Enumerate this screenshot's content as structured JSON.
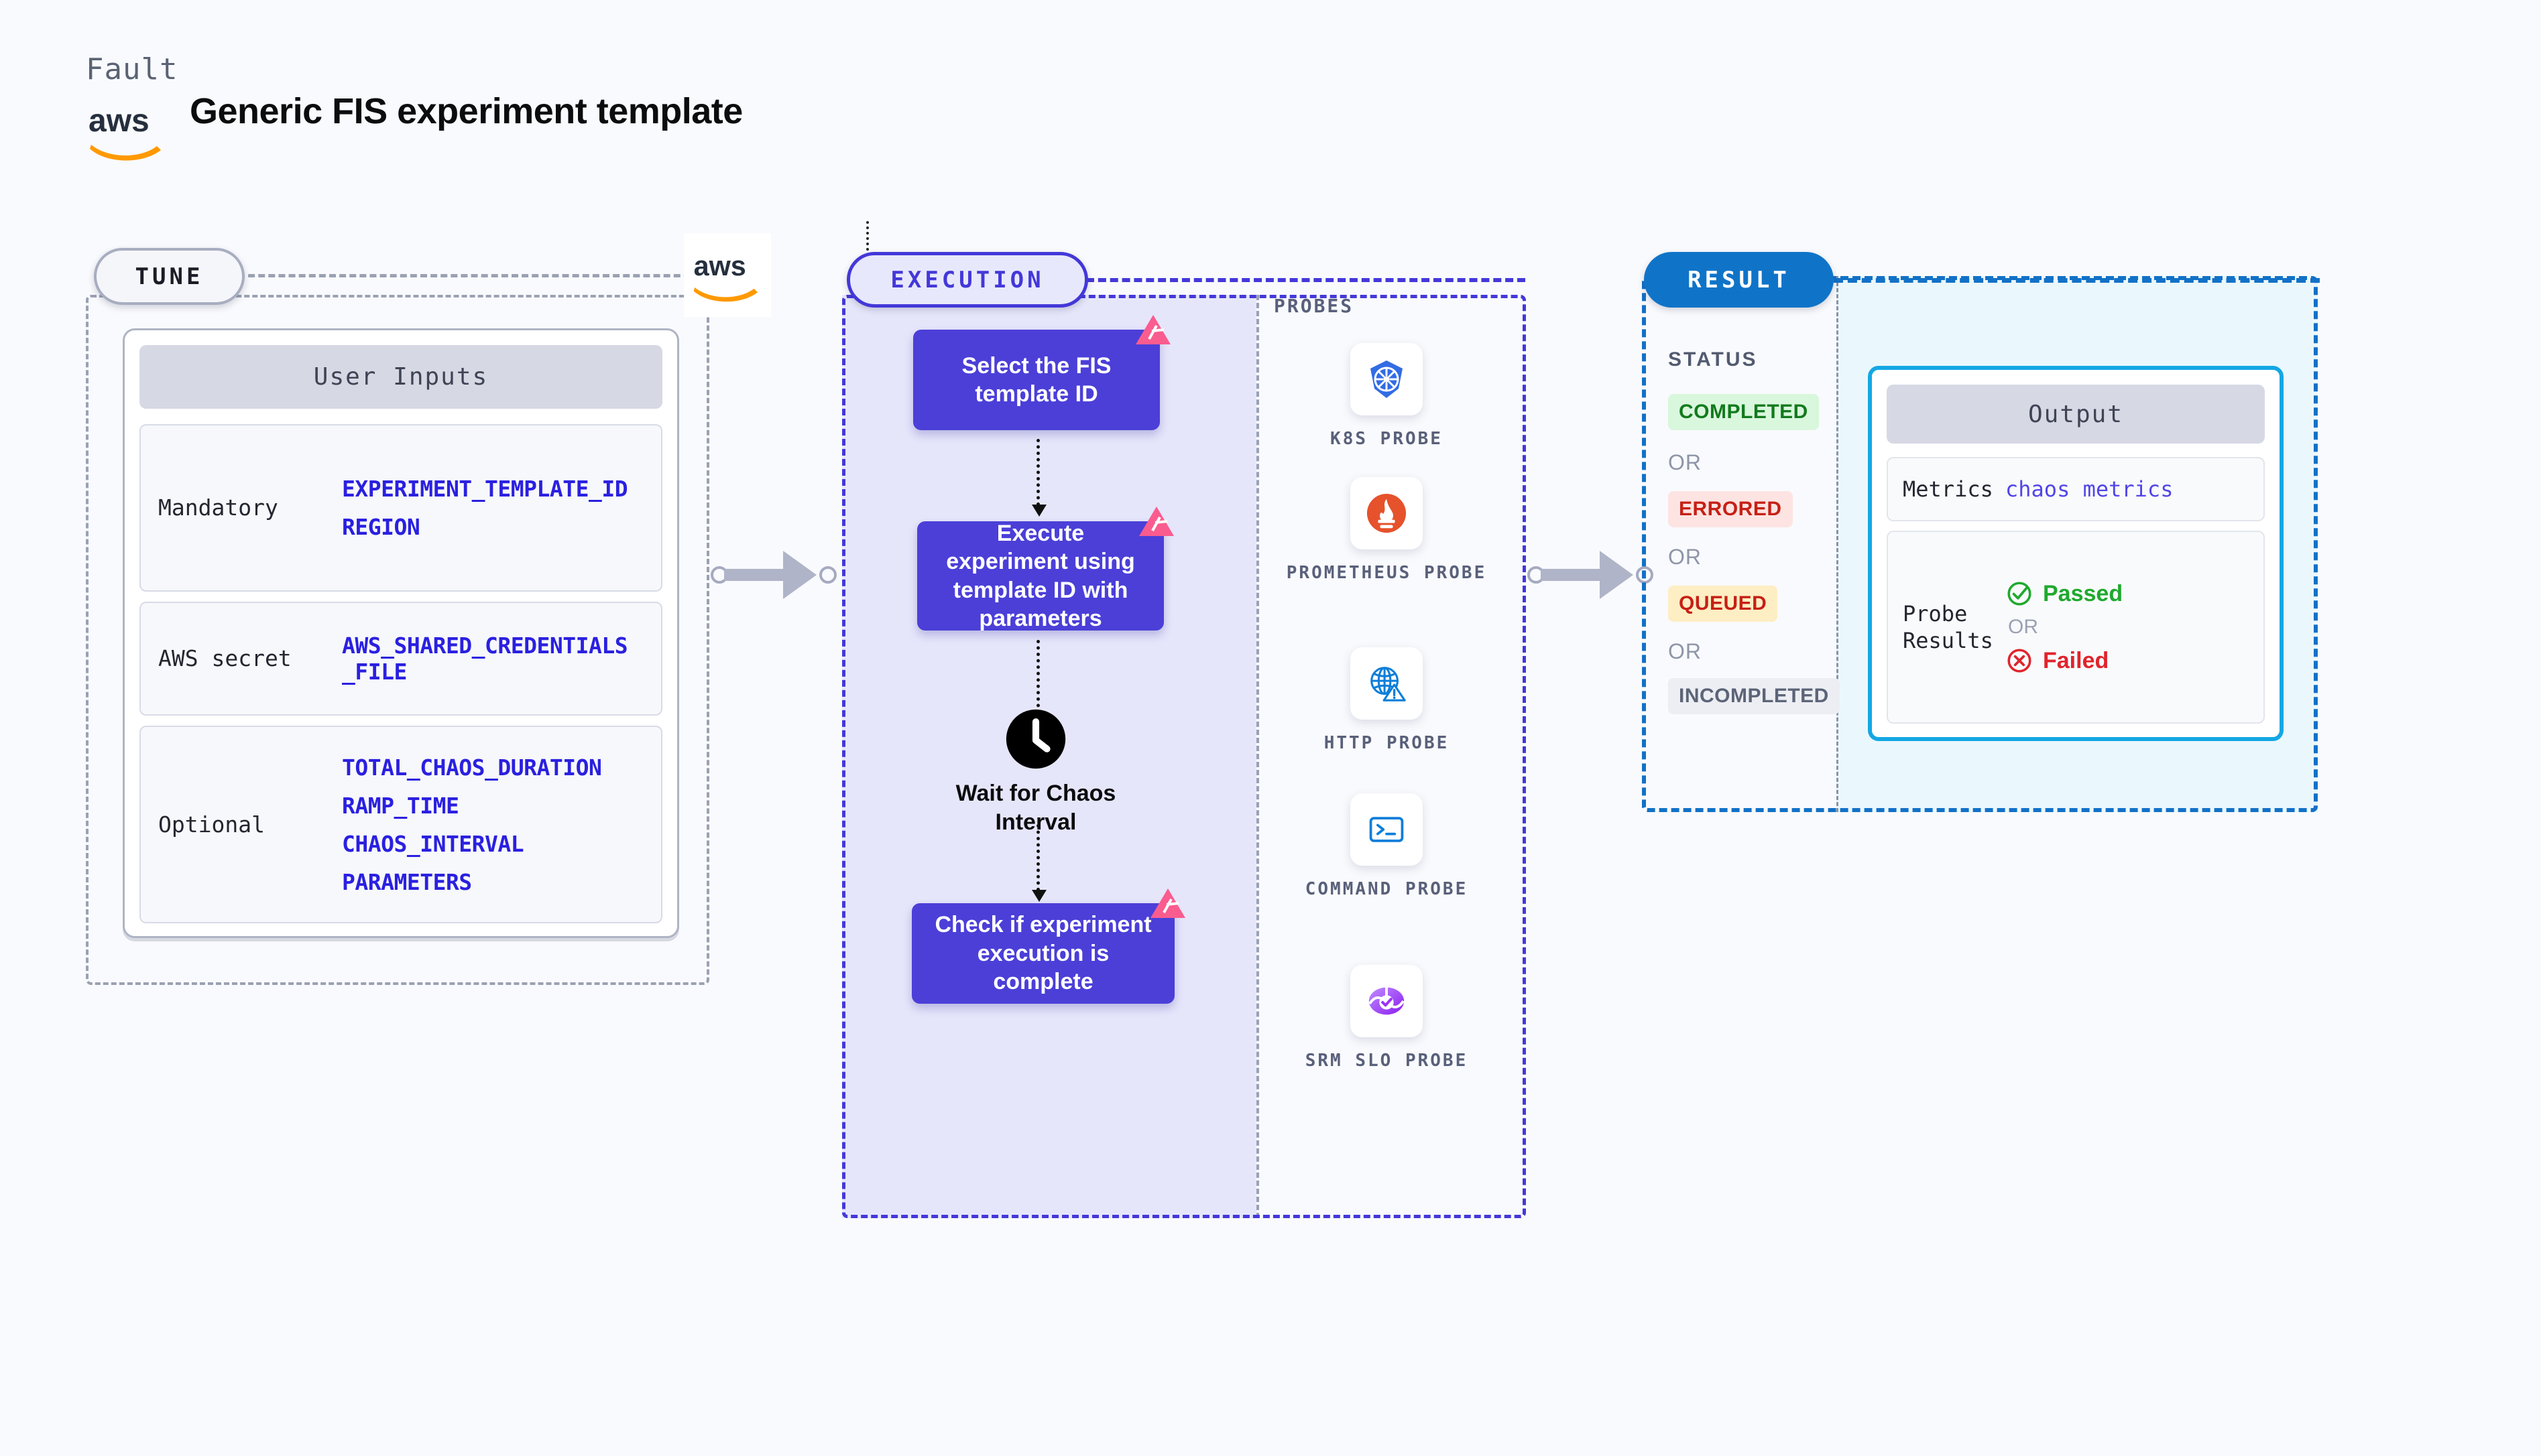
{
  "header": {
    "eyebrow": "Fault",
    "title": "Generic FIS experiment template",
    "logo_icon": "aws-logo"
  },
  "tune": {
    "badge": "TUNE",
    "provider_logo": "aws-logo",
    "card_title": "User Inputs",
    "rows": [
      {
        "label": "Mandatory",
        "values": [
          "EXPERIMENT_TEMPLATE_ID",
          "REGION"
        ]
      },
      {
        "label": "AWS secret",
        "values": [
          "AWS_SHARED_CREDENTIALS",
          "_FILE"
        ]
      },
      {
        "label": "Optional",
        "values": [
          "TOTAL_CHAOS_DURATION",
          "RAMP_TIME",
          "CHAOS_INTERVAL",
          "PARAMETERS"
        ]
      }
    ]
  },
  "execution": {
    "badge": "EXECUTION",
    "steps": [
      {
        "text": "Select the FIS template ID",
        "badge_icon": "litmus-icon"
      },
      {
        "text": "Execute experiment using template ID with parameters",
        "badge_icon": "litmus-icon"
      },
      {
        "text": "Check if experiment execution is complete",
        "badge_icon": "litmus-icon"
      }
    ],
    "wait": {
      "icon": "clock-icon",
      "label": "Wait for Chaos Interval"
    },
    "probes_label": "PROBES",
    "probes": [
      {
        "name": "K8S PROBE",
        "icon": "kubernetes-icon"
      },
      {
        "name": "PROMETHEUS PROBE",
        "icon": "prometheus-icon"
      },
      {
        "name": "HTTP PROBE",
        "icon": "http-globe-icon"
      },
      {
        "name": "COMMAND PROBE",
        "icon": "terminal-icon"
      },
      {
        "name": "SRM SLO PROBE",
        "icon": "srm-slo-icon"
      }
    ]
  },
  "result": {
    "badge": "RESULT",
    "status_heading": "STATUS",
    "statuses": [
      {
        "label": "COMPLETED",
        "bg": "#d9f7dd",
        "fg": "#127a1d"
      },
      {
        "label": "ERRORED",
        "bg": "#fde4e2",
        "fg": "#c62015"
      },
      {
        "label": "QUEUED",
        "bg": "#fdeec4",
        "fg": "#c62015"
      },
      {
        "label": "INCOMPLETED",
        "bg": "#eceef3",
        "fg": "#5c6478"
      }
    ],
    "or_label": "OR",
    "output": {
      "title": "Output",
      "metrics_label": "Metrics",
      "metrics_value": "chaos metrics",
      "probe_results_label": "Probe Results",
      "passed_label": "Passed",
      "failed_label": "Failed",
      "or_label": "OR",
      "passed_icon": "check-circle-icon",
      "failed_icon": "x-circle-icon"
    }
  },
  "colors": {
    "page_bg": "#f9fafd",
    "tune_border": "#9aa1b2",
    "execution_accent": "#4338d8",
    "execution_fill": "#e6e6fb",
    "result_accent": "#1271c7",
    "result_fill": "#eaf8fd",
    "output_border": "#14a7e4",
    "variable_blue": "#2a20e0",
    "passed_green": "#1fa92e",
    "failed_red": "#e0242c",
    "litmus_pink": "#fa5c8f",
    "aws_orange": "#ff9900"
  }
}
